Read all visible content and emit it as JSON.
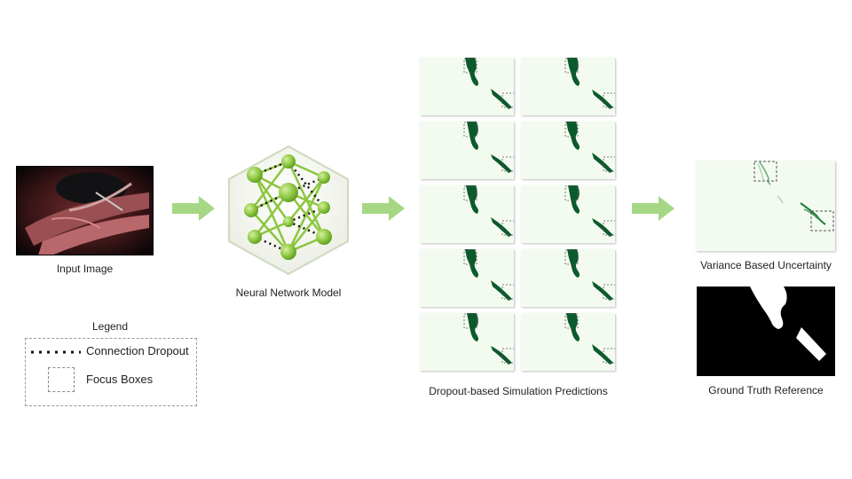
{
  "captions": {
    "input": "Input Image",
    "model": "Neural Network Model",
    "predictions": "Dropout-based Simulation Predictions",
    "uncertainty": "Variance Based Uncertainty",
    "ground_truth": "Ground Truth Reference"
  },
  "legend": {
    "title": "Legend",
    "dropout_label": "Connection Dropout",
    "focus_label": "Focus Boxes"
  },
  "colors": {
    "arrow": "#a6d785",
    "network": "#8cc63f",
    "mask": "#0b5a2c",
    "panel_bg": "#f3faef"
  },
  "prediction_grid": {
    "rows": 5,
    "cols": 2
  }
}
